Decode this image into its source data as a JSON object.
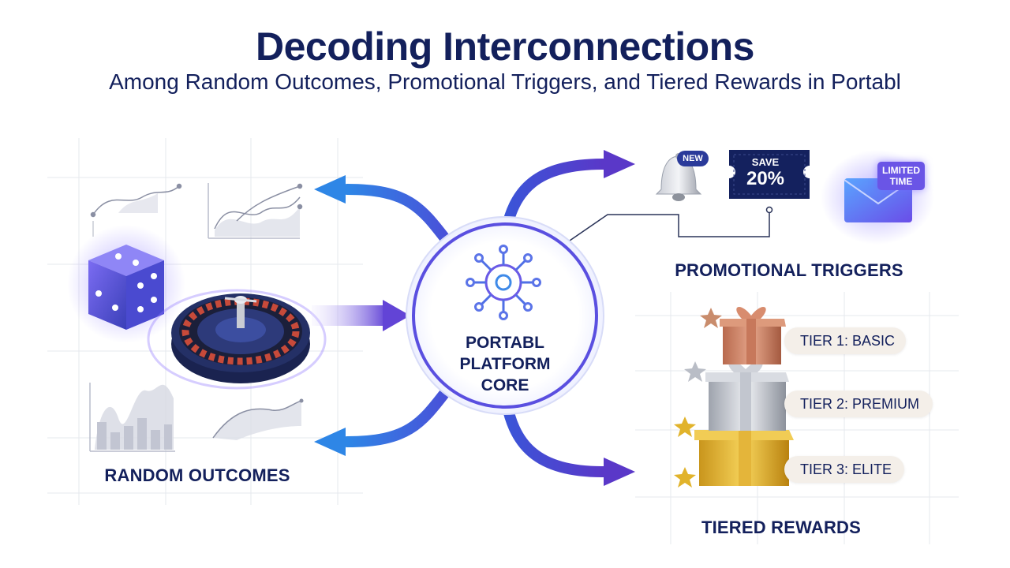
{
  "header": {
    "title": "Decoding Interconnections",
    "subtitle": "Among Random Outcomes, Promotional Triggers, and Tiered Rewards in Portabl"
  },
  "core": {
    "line1": "PORTABL",
    "line2": "PLATFORM",
    "line3": "CORE",
    "icon": "network-hub-icon"
  },
  "sections": {
    "random": {
      "label": "RANDOM OUTCOMES",
      "icons": [
        "dice-icon",
        "roulette-wheel-icon",
        "line-chart-icon",
        "bar-chart-icon"
      ]
    },
    "promo": {
      "label": "PROMOTIONAL TRIGGERS",
      "bell_badge": "NEW",
      "coupon_top": "SAVE",
      "coupon_value": "20%",
      "envelope_badge_line1": "LIMITED",
      "envelope_badge_line2": "TIME",
      "icons": [
        "bell-icon",
        "coupon-ticket-icon",
        "envelope-icon"
      ]
    },
    "tiered": {
      "label": "TIERED REWARDS",
      "tiers": [
        {
          "label": "TIER 1: BASIC",
          "color": "#c57a5e"
        },
        {
          "label": "TIER 2: PREMIUM",
          "color": "#b9bcc4"
        },
        {
          "label": "TIER 3: ELITE",
          "color": "#d9a928"
        }
      ],
      "icons": [
        "gift-box-icon",
        "star-icon"
      ]
    }
  },
  "colors": {
    "title": "#13205c",
    "arrow_blue": "#2f7be0",
    "arrow_purple": "#5b3fd0",
    "core_ring": "#5a4fe0"
  }
}
